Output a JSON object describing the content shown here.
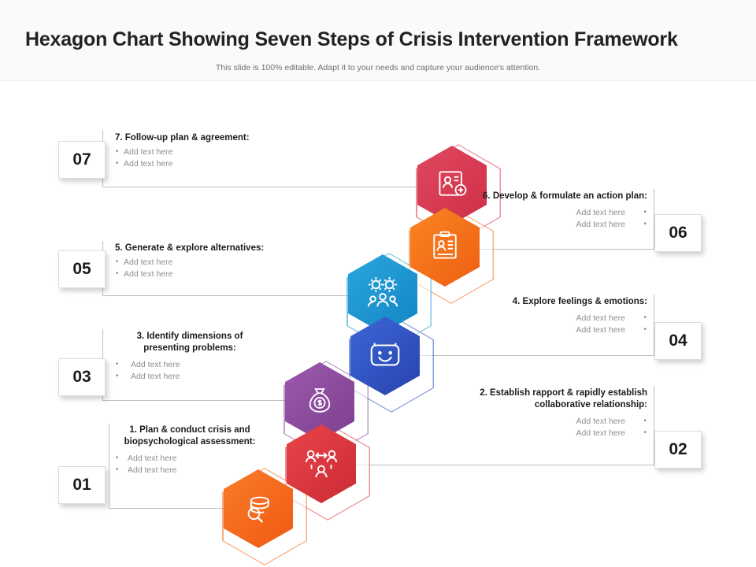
{
  "header": {
    "title": "Hexagon Chart Showing Seven Steps of Crisis Intervention Framework",
    "subtitle": "This slide is 100% editable.  Adapt it to your needs and capture your audience's attention."
  },
  "bullet_text": "Add text here",
  "colors": {
    "step1": "#f4691f",
    "step2": "#e03a3e",
    "step3": "#8e4c9e",
    "step4": "#2f57c4",
    "step5": "#1a9ad6",
    "step6": "#f4711c",
    "step7": "#d93a52"
  },
  "steps": [
    {
      "number": "01",
      "heading": "1. Plan & conduct crisis and biopsychological assessment:",
      "bullets": [
        "Add text here",
        "Add text here"
      ],
      "icon": "coins-search-icon",
      "align": "left"
    },
    {
      "number": "02",
      "heading": "2. Establish rapport & rapidly establish collaborative relationship:",
      "bullets": [
        "Add text here",
        "Add text here"
      ],
      "icon": "people-connection-icon",
      "align": "right"
    },
    {
      "number": "03",
      "heading": "3. Identify dimensions of presenting problems:",
      "bullets": [
        "Add text here",
        "Add text here"
      ],
      "icon": "money-bag-dollar-icon",
      "align": "left"
    },
    {
      "number": "04",
      "heading": "4. Explore feelings & emotions:",
      "bullets": [
        "Add text here",
        "Add text here"
      ],
      "icon": "smiling-face-icon",
      "align": "right"
    },
    {
      "number": "05",
      "heading": "5. Generate & explore alternatives:",
      "bullets": [
        "Add text here",
        "Add text here"
      ],
      "icon": "team-gears-icon",
      "align": "left"
    },
    {
      "number": "06",
      "heading": "6. Develop & formulate an action plan:",
      "bullets": [
        "Add text here",
        "Add text here"
      ],
      "icon": "clipboard-person-icon",
      "align": "right"
    },
    {
      "number": "07",
      "heading": "7. Follow-up plan & agreement:",
      "bullets": [
        "Add text here",
        "Add text here"
      ],
      "icon": "profile-card-plus-icon",
      "align": "left"
    }
  ]
}
